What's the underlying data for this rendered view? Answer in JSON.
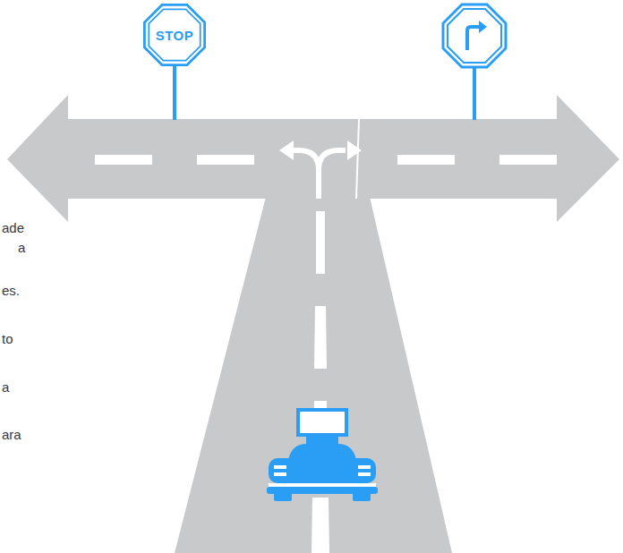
{
  "diagram": {
    "nodes": [
      {
        "text": [
          "STOP"
        ]
      }
    ],
    "labels": [
      "ade",
      "a",
      "es.",
      "to",
      "a",
      "ara"
    ]
  }
}
